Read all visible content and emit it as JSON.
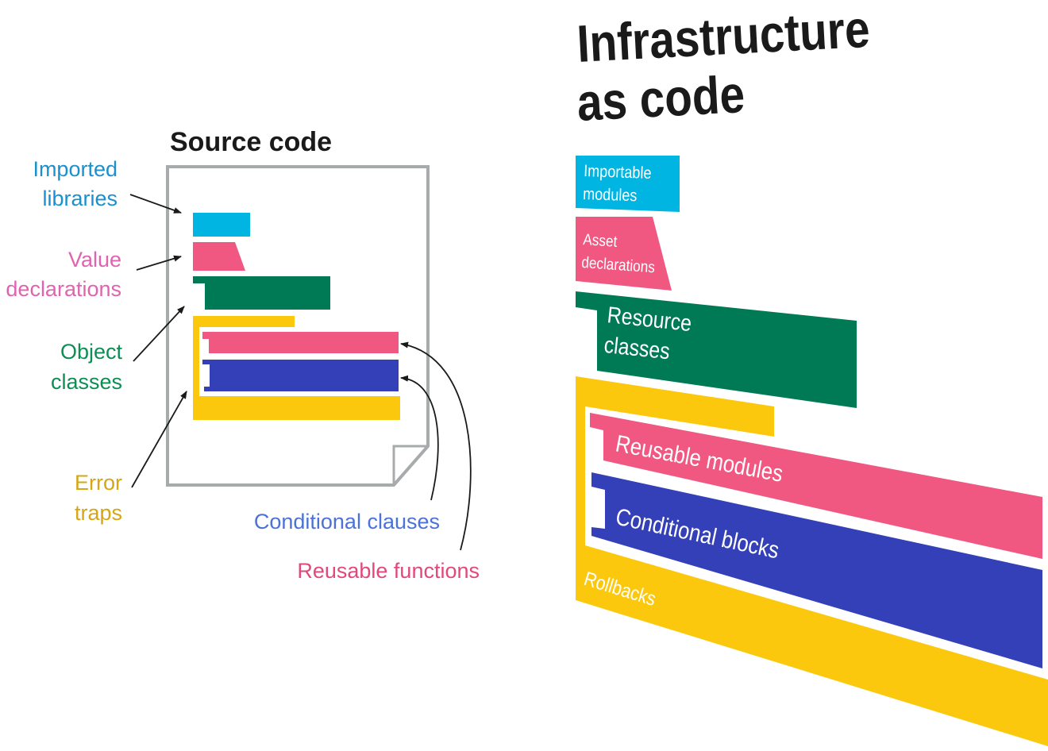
{
  "colors": {
    "cyan": "#00b5e2",
    "pink": "#f05781",
    "green": "#007a55",
    "yellow": "#fcc80d",
    "blue": "#3340b7",
    "paper_stroke": "#a7abac",
    "arrow": "#1a1a1a",
    "label_cyan": "#1a90cf",
    "label_pink": "#e163b0",
    "label_green": "#0c8e55",
    "label_yellow": "#d6a613",
    "label_blue": "#4a72d9",
    "label_red": "#e0497a"
  },
  "left": {
    "title": "Source code",
    "labels": {
      "imported_1": "Imported",
      "imported_2": "libraries",
      "value_1": "Value",
      "value_2": "declarations",
      "object_1": "Object",
      "object_2": "classes",
      "error_1": "Error",
      "error_2": "traps",
      "conditional": "Conditional clauses",
      "reusable": "Reusable functions"
    }
  },
  "right": {
    "title_1": "Infrastructure",
    "title_2": "as code",
    "bars": {
      "importable_1": "Importable",
      "importable_2": "modules",
      "asset_1": "Asset",
      "asset_2": "declarations",
      "resource_1": "Resource",
      "resource_2": "classes",
      "reusable_modules": "Reusable modules",
      "conditional_blocks": "Conditional blocks",
      "rollbacks": "Rollbacks"
    }
  }
}
